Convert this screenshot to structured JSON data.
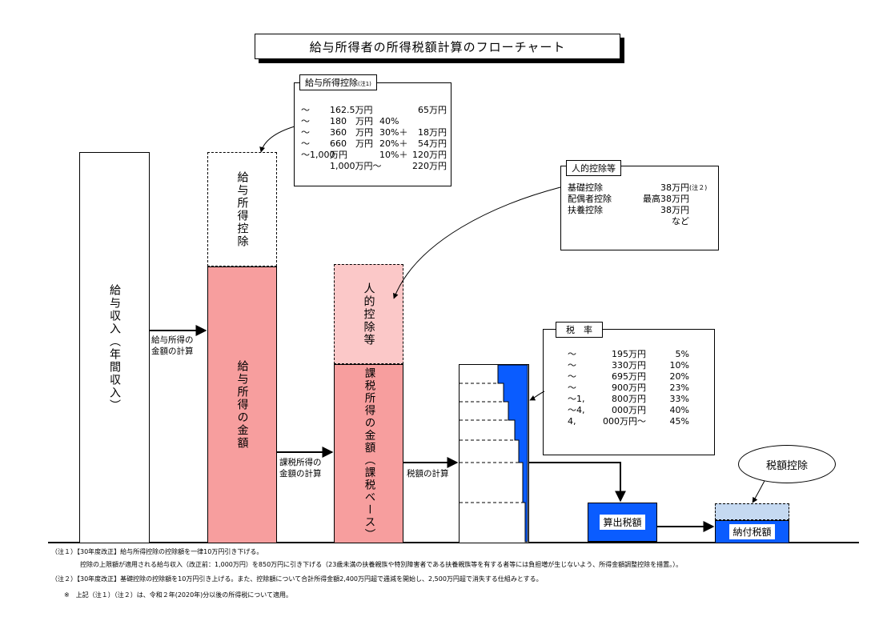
{
  "title": "給与所得者の所得税額計算のフローチャート",
  "columns": {
    "salary_income": "給与収入（年間収入）",
    "salary_deduction": "給与所得控除",
    "salary_income_amount": "給与所得の金額",
    "personal_deduction": "人的控除等",
    "taxable_income": "課税所得の金額（課税ベース）"
  },
  "steps": {
    "calc_salary_income": [
      "給与所得の",
      "金額の計算"
    ],
    "calc_taxable_income": [
      "課税所得の",
      "金額の計算"
    ],
    "calc_tax": "税額の計算"
  },
  "salary_deduction_box": {
    "label": "給与所得控除",
    "label_note": "(注1)",
    "rows": [
      [
        "〜",
        "162.5万円",
        "",
        "65万円"
      ],
      [
        "〜",
        "180　万円",
        "40%",
        ""
      ],
      [
        "〜",
        "360　万円",
        "30%＋",
        "18万円"
      ],
      [
        "〜",
        "660　万円",
        "20%＋",
        "54万円"
      ],
      [
        "〜1,000",
        "万円",
        "10%＋",
        "120万円"
      ],
      [
        "",
        "1,000万円〜",
        "",
        "220万円"
      ]
    ]
  },
  "personal_deduction_box": {
    "label": "人的控除等",
    "rows": [
      [
        "基礎控除",
        "38万円",
        "(注２)"
      ],
      [
        "配偶者控除",
        "最高38万円",
        ""
      ],
      [
        "扶養控除",
        "38万円",
        ""
      ],
      [
        "",
        "など",
        ""
      ]
    ]
  },
  "tax_rate_box": {
    "label": "税　率",
    "rows": [
      [
        "〜",
        "195万円",
        "5%"
      ],
      [
        "〜",
        "330万円",
        "10%"
      ],
      [
        "〜",
        "695万円",
        "20%"
      ],
      [
        "〜",
        "900万円",
        "23%"
      ],
      [
        "〜1,",
        "800万円",
        "33%"
      ],
      [
        "〜4,",
        "000万円",
        "40%"
      ],
      [
        "4,",
        "000万円〜",
        "45%"
      ]
    ]
  },
  "calculated_tax": "算出税額",
  "tax_credit": "税額控除",
  "tax_payable": "納付税額",
  "notes": [
    "（注１）【30年度改正】給与所得控除の控除額を一律10万円引き下げる。",
    "控除の上限額が適用される給与収入（改正前：1,000万円）を850万円に引き下げる（23歳未満の扶養親族や特別障害者である扶養親族等を有する者等には負担増が生じないよう、所得金額調整控除を措置。）。",
    "（注２）【30年度改正】基礎控除の控除額を10万円引き上げる。また、控除額について合計所得金額2,400万円超で逓減を開始し、2,500万円超で消失する仕組みとする。",
    "※　上記（注１）（注２）は、令和２年(2020年)分以後の所得税について適用。"
  ],
  "colors": {
    "pink": "#f79e9e",
    "light_pink": "#fbc8c8",
    "blue": "#0a5cff",
    "light_blue": "#c5d9f1"
  }
}
